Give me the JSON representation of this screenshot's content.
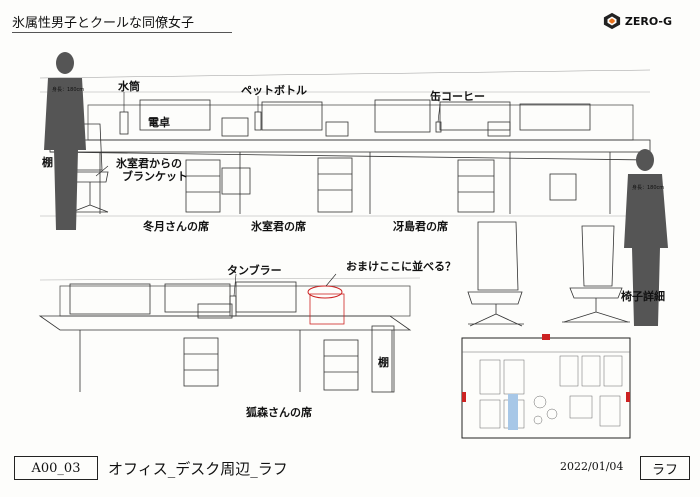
{
  "header": {
    "title": "氷属性男子とクールな同僚女子",
    "logo_text": "ZERO-G"
  },
  "annotations": {
    "suito": "水筒",
    "pet_bottle": "ペットボトル",
    "dentaku": "電卓",
    "kan_coffee": "缶コーヒー",
    "tana_upper": "棚",
    "bracket_line1": "氷室君からの",
    "bracket_line2": "ブランケット",
    "seat_fuyutsuki": "冬月さんの席",
    "seat_himuro": "氷室君の席",
    "seat_saejima": "冴島君の席",
    "tumbler": "タンブラー",
    "omake": "おまけここに並べる？",
    "isu_detail": "椅子詳細",
    "tana_lower": "棚",
    "seat_kitsunemori": "狐森さんの席",
    "height_left": "身長：180cm",
    "height_right": "身長：180cm"
  },
  "footer": {
    "id": "A00_03",
    "name": "オフィス_デスク周辺_ラフ",
    "date": "2022/01/04",
    "stage": "ラフ"
  },
  "colors": {
    "ink": "#222222",
    "accent_red": "#cc2222",
    "figure_gray": "#555555"
  }
}
